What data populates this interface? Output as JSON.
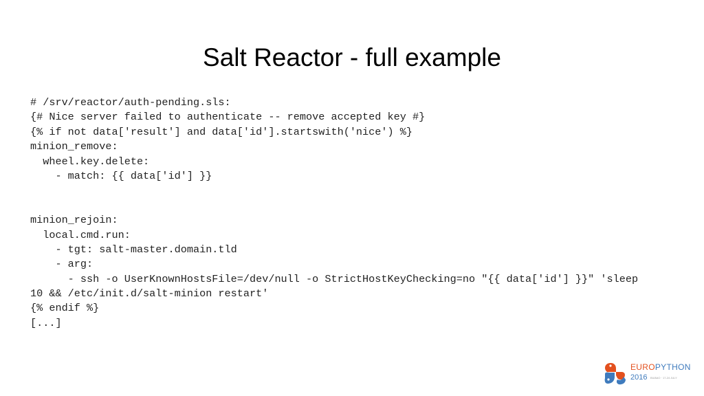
{
  "slide": {
    "title": "Salt Reactor - full example",
    "code_lines": [
      "# /srv/reactor/auth-pending.sls:",
      "{# Nice server failed to authenticate -- remove accepted key #}",
      "{% if not data['result'] and data['id'].startswith('nice') %}",
      "minion_remove:",
      "  wheel.key.delete:",
      "    - match: {{ data['id'] }}",
      "",
      "",
      "minion_rejoin:",
      "  local.cmd.run:",
      "    - tgt: salt-master.domain.tld",
      "    - arg:",
      "      - ssh -o UserKnownHostsFile=/dev/null -o StrictHostKeyChecking=no \"{{ data['id'] }}\" 'sleep",
      "10 && /etc/init.d/salt-minion restart'",
      "{% endif %}",
      "[...]"
    ]
  },
  "logo": {
    "word_1": "EURO",
    "word_2": "PYTHON",
    "year": "2016",
    "subtitle": "BILBAO · 17-24 JULY",
    "icon": "europython-snake-logo",
    "colors": {
      "orange": "#e3501e",
      "blue": "#3f7bbd"
    }
  }
}
